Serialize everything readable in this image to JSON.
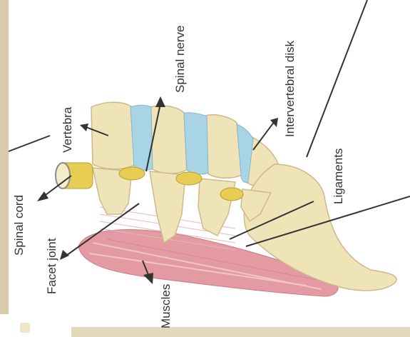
{
  "labels": {
    "spinal_nerve": "Spinal nerve",
    "intervertebral_disk": "Intervertebral disk",
    "vertebra": "Vertebra",
    "ligaments": "Ligaments",
    "spinal_cord": "Spinal cord",
    "facet_joint": "Facet joint",
    "muscles": "Muscles"
  },
  "colors": {
    "bone": "#efe3b8",
    "bone_shadow": "#cdb98a",
    "disk": "#a9d4e6",
    "nerve": "#e8cd55",
    "muscle": "#e39aa3",
    "line": "#333333",
    "frame": "#d8ccaa"
  }
}
